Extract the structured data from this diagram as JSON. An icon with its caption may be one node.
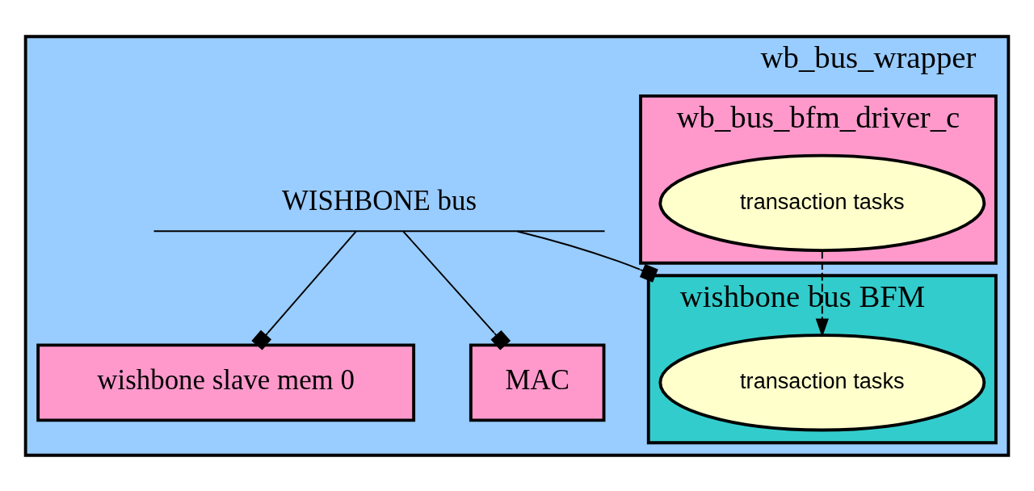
{
  "diagram": {
    "nodes": [
      {
        "text": [
          "wb_bus_wrapper"
        ]
      },
      {
        "text": [
          "wb_bus_bfm_driver_c"
        ],
        "in": 0
      },
      {
        "text": [
          "transaction tasks"
        ],
        "in": 1
      },
      {
        "text": [
          "WISHBONE bus"
        ],
        "in": 0
      },
      {
        "text": [
          "wishbone bus BFM"
        ],
        "in": 0
      },
      {
        "text": [
          "transaction tasks"
        ],
        "in": 4
      },
      {
        "text": [
          "wishbone slave mem 0"
        ],
        "in": 0
      },
      {
        "text": [
          "MAC"
        ],
        "in": 0
      }
    ],
    "edges": [
      {
        "from": 2,
        "to": 5,
        "arrow": "to",
        "style": "dashed"
      },
      {
        "from": 3,
        "to": 4,
        "arrow": "other"
      },
      {
        "from": 3,
        "to": 6,
        "arrow": "other"
      },
      {
        "from": 3,
        "to": 7,
        "arrow": "other"
      }
    ]
  }
}
